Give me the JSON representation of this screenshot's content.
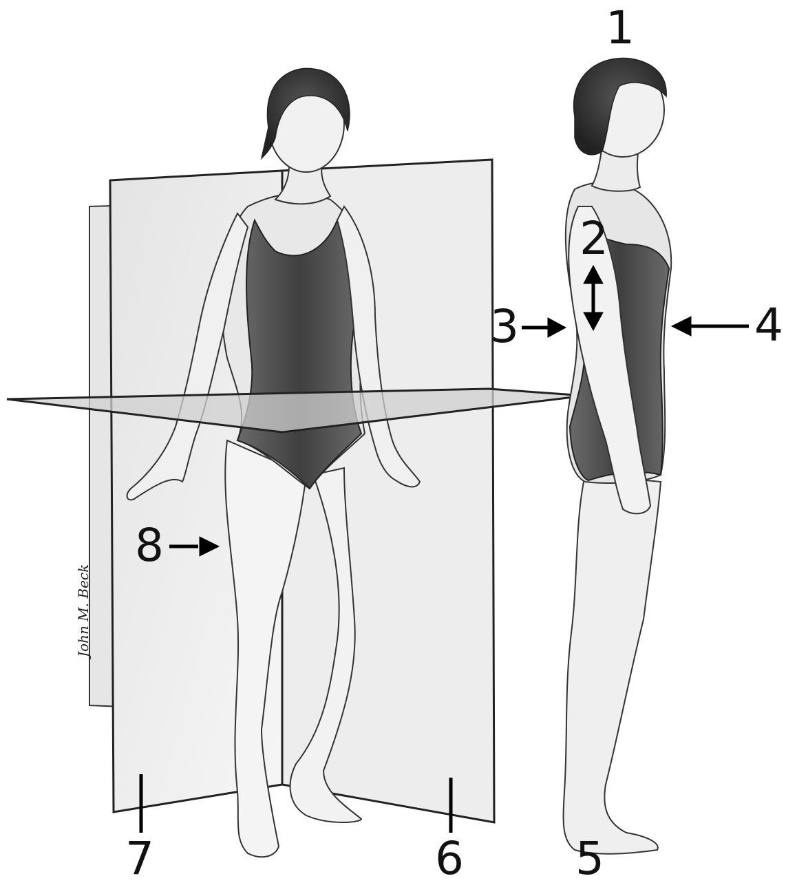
{
  "labels": {
    "l1": "1",
    "l2": "2",
    "l3": "3",
    "l4": "4",
    "l5": "5",
    "l6": "6",
    "l7": "7",
    "l8": "8"
  },
  "signature": "John M. Beck",
  "colors": {
    "ink": "#111111",
    "plane_fill": "#d9d9d9",
    "skin_shade": "#bdbdbd",
    "suit": "#555555"
  }
}
